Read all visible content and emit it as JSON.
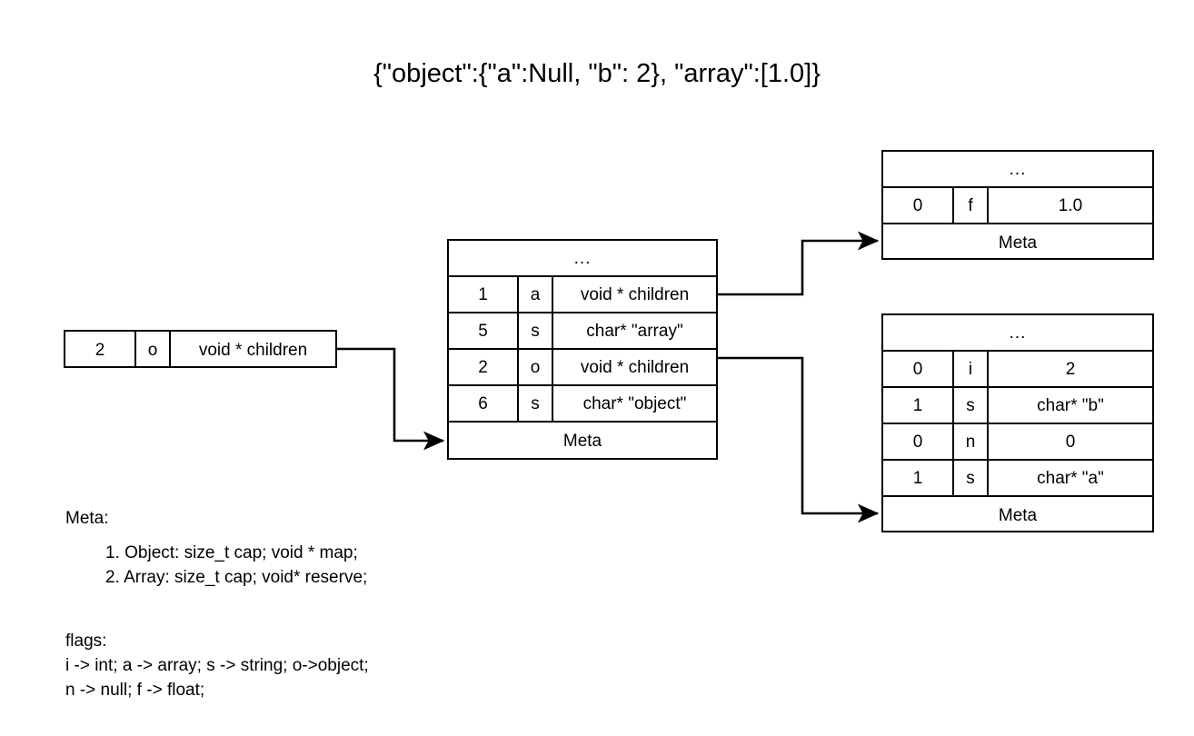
{
  "title": "{\"object\":{\"a\":Null, \"b\": 2}, \"array\":[1.0]}",
  "nodes": {
    "root": {
      "name": "root-object-node",
      "rows": [
        {
          "index": "2",
          "flag": "o",
          "value": "void * children"
        }
      ]
    },
    "center": {
      "name": "children-array-node",
      "header": "...",
      "rows": [
        {
          "index": "1",
          "flag": "a",
          "value": "void * children"
        },
        {
          "index": "5",
          "flag": "s",
          "value": "char* \"array\""
        },
        {
          "index": "2",
          "flag": "o",
          "value": "void * children"
        },
        {
          "index": "6",
          "flag": "s",
          "value": "char* \"object\""
        }
      ],
      "footer": "Meta"
    },
    "array": {
      "name": "array-children-node",
      "header": "...",
      "rows": [
        {
          "index": "0",
          "flag": "f",
          "value": "1.0"
        }
      ],
      "footer": "Meta"
    },
    "object": {
      "name": "object-children-node",
      "header": "...",
      "rows": [
        {
          "index": "0",
          "flag": "i",
          "value": "2"
        },
        {
          "index": "1",
          "flag": "s",
          "value": "char* \"b\""
        },
        {
          "index": "0",
          "flag": "n",
          "value": "0"
        },
        {
          "index": "1",
          "flag": "s",
          "value": "char* \"a\""
        }
      ],
      "footer": "Meta"
    }
  },
  "legend": {
    "meta_title": "Meta:",
    "meta_items": [
      "1. Object: size_t cap; void * map;",
      "2. Array: size_t cap; void* reserve;"
    ],
    "flags_title": "flags:",
    "flags_lines": [
      "i -> int; a -> array; s -> string; o->object;",
      "n -> null; f -> float;"
    ]
  },
  "colors": {
    "stroke": "#000000",
    "background": "#ffffff"
  }
}
